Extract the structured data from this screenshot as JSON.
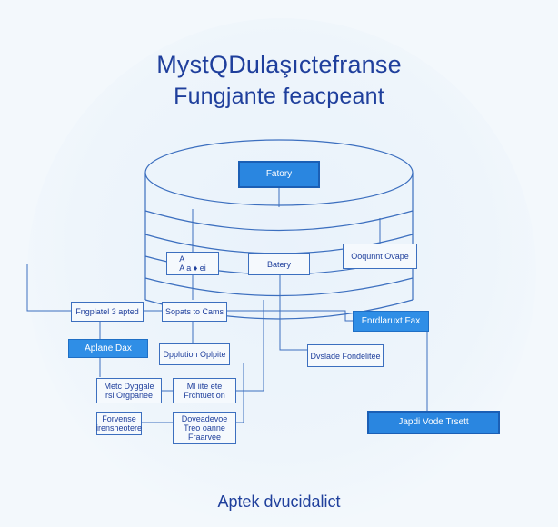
{
  "title": {
    "line1": "MystQDulaşıctefranse",
    "line2": "Fungjante feacpeant"
  },
  "footer": "Aptek dvucidalict",
  "nodes": {
    "top_box": "Fatory",
    "inner_left": "A\nA a ♦ ei",
    "inner_mid": "Batery",
    "inner_right": "Ooqunnt Ovape",
    "left_box": "Fngplatel 3 apted",
    "mid_box": "Sopats to Cams",
    "right_filled": "Fnrdlaruxt Fax",
    "left_filled": "Aplane Dax",
    "center_box": "Dpplution Oplpite",
    "right_box": "Dvslade Fondelitee",
    "bottom_left_1": "Metc Dyggale\nrsl Orgpanee",
    "bottom_mid_1": "Ml iite ete\nFrchtuet on",
    "bottom_left_2": "Forvense\nirensheotere",
    "bottom_mid_2": "Doveadevoe\nTreo oanne\nFraarvee",
    "bottom_right": "Japdi Vode Trsett"
  },
  "colors": {
    "line": "#3c6fbf",
    "accent": "#2f8ee6",
    "text": "#1f3f9c"
  }
}
